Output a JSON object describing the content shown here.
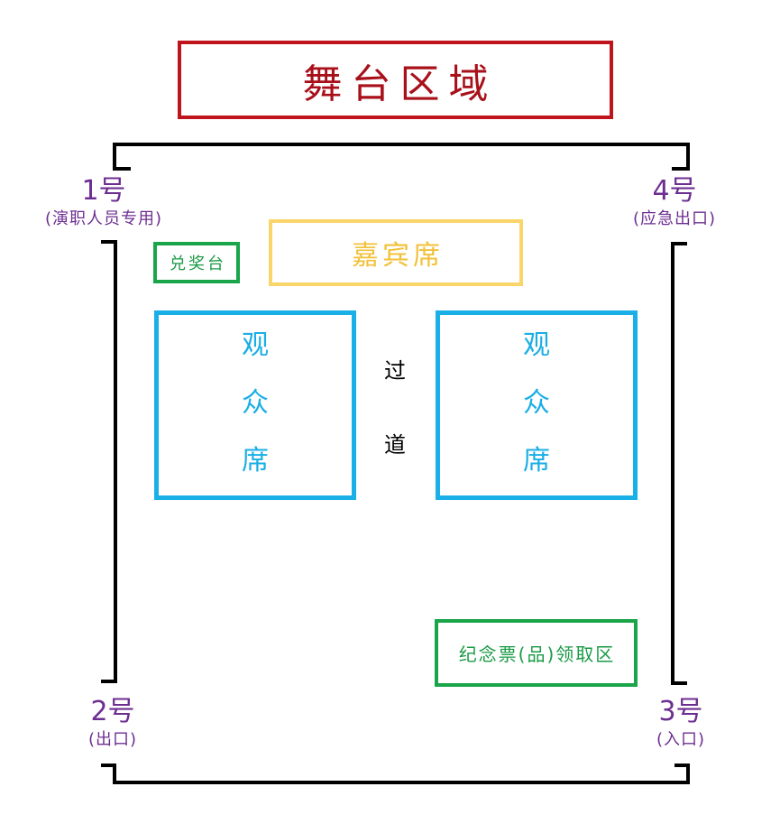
{
  "stage": {
    "label": "舞台区域"
  },
  "guest_area": {
    "label": "嘉宾席"
  },
  "prize_desk": {
    "label": "兑奖台"
  },
  "audience_left": {
    "chars": [
      "观",
      "众",
      "席"
    ]
  },
  "audience_right": {
    "chars": [
      "观",
      "众",
      "席"
    ]
  },
  "aisle": {
    "chars": [
      "过",
      "道"
    ]
  },
  "souvenir_area": {
    "label": "纪念票(品)领取区"
  },
  "doors": {
    "door_1": {
      "number": "1号",
      "note": "(演职人员专用)"
    },
    "door_4": {
      "number": "4号",
      "note": "(应急出口)"
    },
    "door_2": {
      "number": "2号",
      "note": "(出口)"
    },
    "door_3": {
      "number": "3号",
      "note": "(入口)"
    }
  },
  "colors": {
    "stage_border": "#c0141c",
    "stage_text": "#a8101a",
    "guest_border": "#fad56a",
    "guest_text": "#f2c13a",
    "audience": "#1aafe6",
    "green_area": "#1aa54a",
    "door_label": "#6d2e91",
    "wall": "#000000"
  }
}
